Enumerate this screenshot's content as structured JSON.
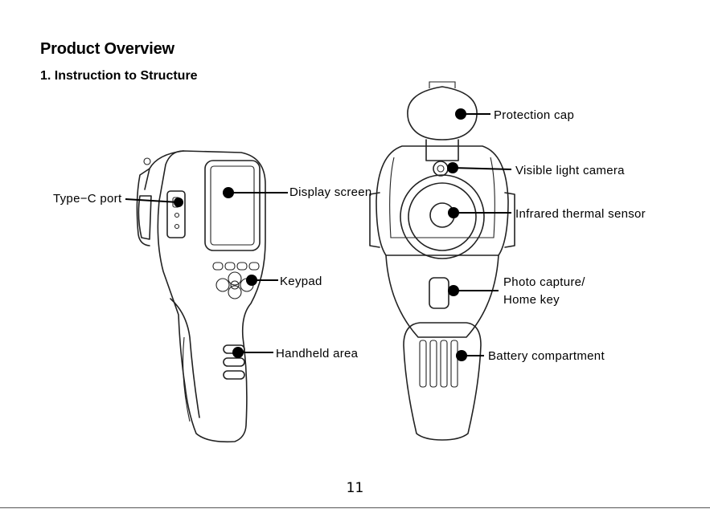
{
  "heading": {
    "title": "Product Overview",
    "subtitle": "1. Instruction to Structure"
  },
  "labels": {
    "type_c_port": "Type−C port",
    "display_screen": "Display screen",
    "keypad": "Keypad",
    "handheld_area": "Handheld area",
    "protection_cap": "Protection cap",
    "visible_light_camera": "Visible light camera",
    "infrared_thermal_sensor": "Infrared thermal sensor",
    "photo_capture_line1": "Photo capture/",
    "photo_capture_line2": "Home key",
    "battery_compartment": "Battery compartment"
  },
  "footer": {
    "page_number": "11"
  }
}
